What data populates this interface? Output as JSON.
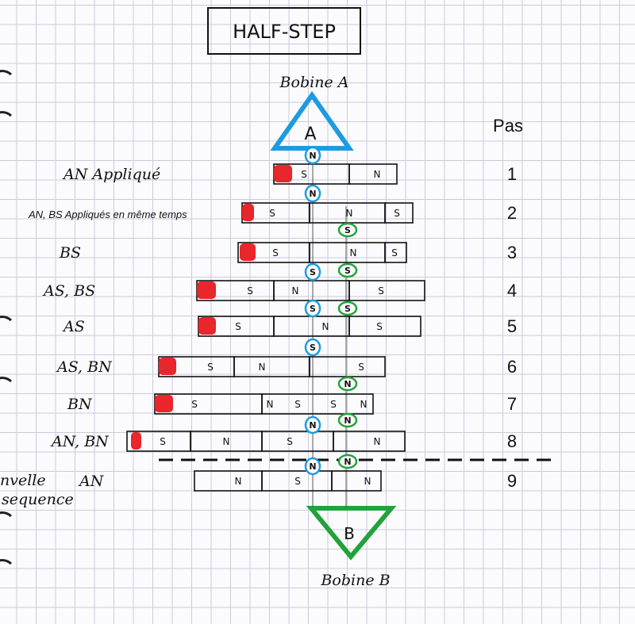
{
  "title": "HALF-STEP",
  "coil_a": {
    "label": "Bobine A",
    "letter": "A",
    "color": "#1e9be0"
  },
  "coil_b": {
    "label": "Bobine B",
    "letter": "B",
    "color": "#22a33a"
  },
  "steps_header": "Pas",
  "new_sequence_label": [
    "nvelle",
    "sequence"
  ],
  "magnet_color": "#e8262b",
  "rows": [
    {
      "step": "1",
      "label": "AN Appliqué",
      "red": true,
      "segments": [
        [
          "S",
          ""
        ],
        [
          "",
          "N"
        ]
      ],
      "poles": [
        "S",
        "N"
      ]
    },
    {
      "step": "2",
      "label": "AN, BS Appliqués en même temps",
      "red": true,
      "poles": [
        "S",
        "N",
        "S"
      ]
    },
    {
      "step": "3",
      "label": "BS",
      "red": true,
      "poles": [
        "S",
        "N",
        "S"
      ]
    },
    {
      "step": "4",
      "label": "AS, BS",
      "red": true,
      "poles": [
        "S",
        "N",
        "S"
      ]
    },
    {
      "step": "5",
      "label": "AS",
      "red": true,
      "poles": [
        "S",
        "N",
        "S"
      ]
    },
    {
      "step": "6",
      "label": "AS, BN",
      "red": true,
      "poles": [
        "S",
        "N",
        "S"
      ]
    },
    {
      "step": "7",
      "label": "BN",
      "red": true,
      "poles": [
        "S",
        "N",
        "S",
        "S",
        "N"
      ]
    },
    {
      "step": "8",
      "label": "AN, BN",
      "red": true,
      "poles": [
        "S",
        "N",
        "S",
        "N"
      ]
    },
    {
      "step": "9",
      "label": "AN",
      "red": false,
      "poles": [
        "N",
        "S",
        "N"
      ]
    }
  ],
  "coil_a_rings": [
    "N",
    "N",
    "S",
    "S",
    "S",
    "N",
    "N"
  ],
  "coil_b_rings": [
    "S",
    "S",
    "S",
    "N",
    "N",
    "N"
  ]
}
